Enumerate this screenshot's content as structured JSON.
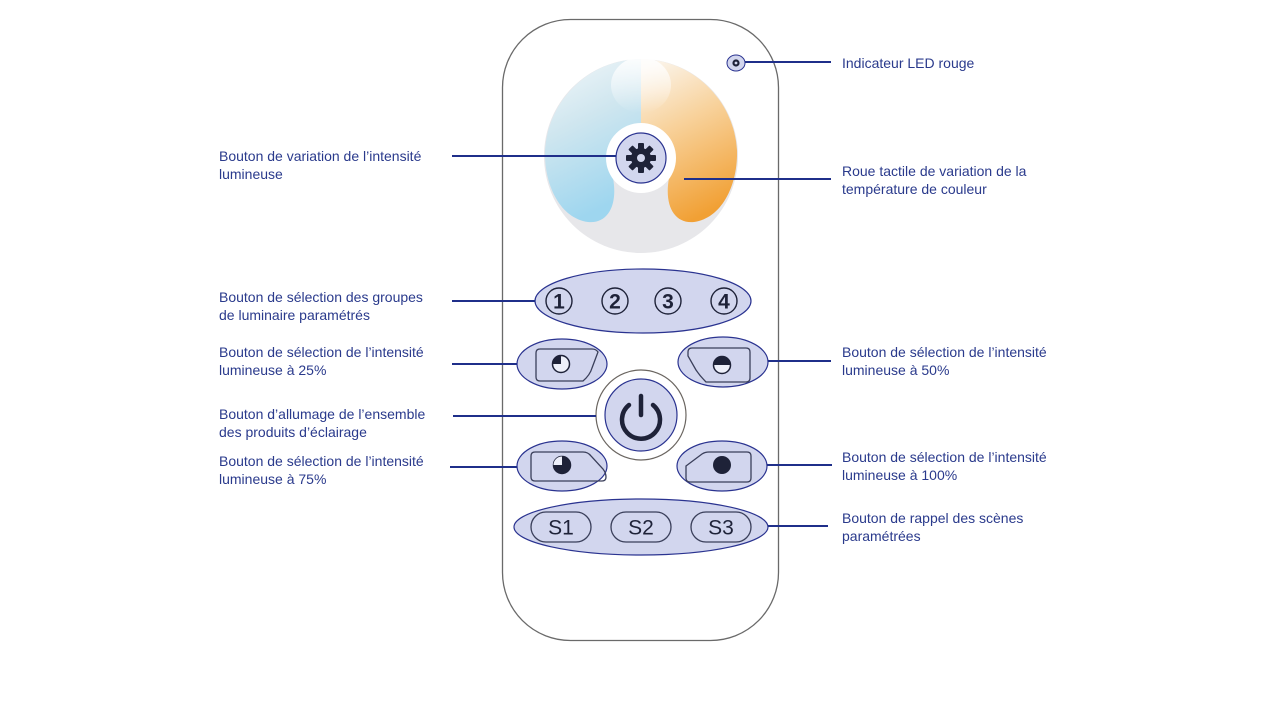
{
  "colors": {
    "label_text": "#2a3a8c",
    "leader_line": "#1f2f8a",
    "button_fill": "#d2d6ee",
    "button_stroke": "#2a3390",
    "icon_dark": "#1e2238",
    "warm_accent": "#f2a33a",
    "cool_accent": "#9fd6ee",
    "body_outline": "#6a6a6a"
  },
  "remote": {
    "group_buttons": [
      "1",
      "2",
      "3",
      "4"
    ],
    "scene_buttons": [
      "S1",
      "S2",
      "S3"
    ],
    "icons": {
      "led": "led-indicator-icon",
      "dimmer": "gear-icon",
      "power": "power-icon",
      "dim25": "quarter-circle-icon",
      "dim50": "half-circle-icon",
      "dim75": "three-quarter-circle-icon",
      "dim100": "full-circle-icon"
    },
    "brightness_levels": [
      25,
      50,
      75,
      100
    ]
  },
  "labels": {
    "led": [
      "Indicateur LED rouge"
    ],
    "dimmer": [
      "Bouton de variation de l’intensité",
      "lumineuse"
    ],
    "wheel": [
      "Roue tactile de variation de la",
      "température de couleur"
    ],
    "groups": [
      "Bouton de sélection des groupes",
      "de luminaire paramétrés"
    ],
    "dim25": [
      "Bouton de sélection de l’intensité",
      "lumineuse à 25%"
    ],
    "dim50": [
      "Bouton de sélection de l’intensité",
      "lumineuse à 50%"
    ],
    "power": [
      "Bouton d’allumage de l’ensemble",
      "des produits d’éclairage"
    ],
    "dim75": [
      "Bouton de sélection de l’intensité",
      "lumineuse à 75%"
    ],
    "dim100": [
      "Bouton de sélection de l’intensité",
      "lumineuse à 100%"
    ],
    "scenes": [
      "Bouton de rappel des scènes",
      "paramétrées"
    ]
  }
}
